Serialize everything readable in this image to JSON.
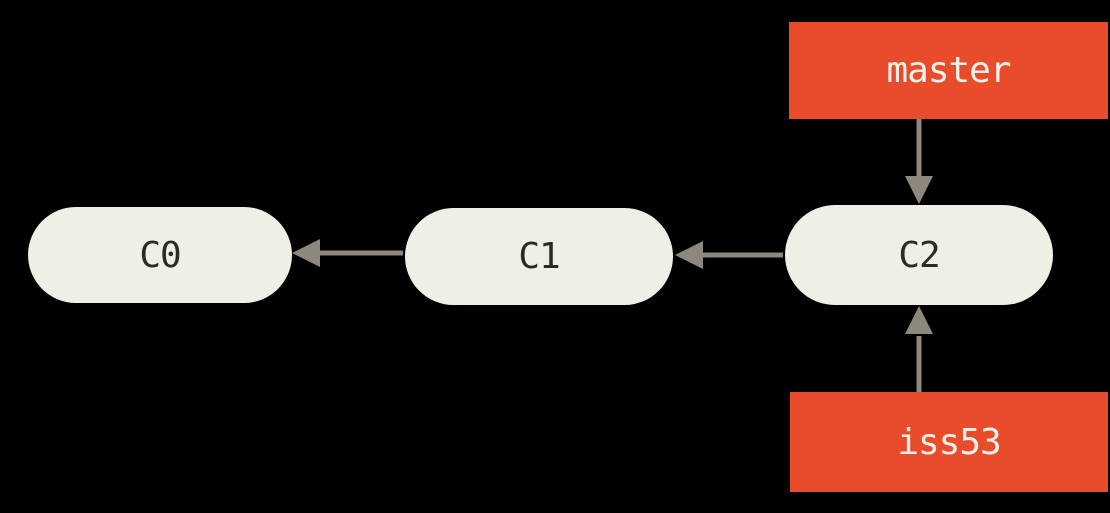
{
  "diagram": {
    "type": "git-commit-graph",
    "commits": [
      {
        "id": "c0",
        "label": "C0"
      },
      {
        "id": "c1",
        "label": "C1"
      },
      {
        "id": "c2",
        "label": "C2"
      }
    ],
    "branches": [
      {
        "id": "master",
        "label": "master",
        "points_to": "C2"
      },
      {
        "id": "iss53",
        "label": "iss53",
        "points_to": "C2"
      }
    ],
    "edges": [
      {
        "from": "C1",
        "to": "C0",
        "direction": "left"
      },
      {
        "from": "C2",
        "to": "C1",
        "direction": "left"
      },
      {
        "from": "master",
        "to": "C2",
        "direction": "down"
      },
      {
        "from": "iss53",
        "to": "C2",
        "direction": "up"
      }
    ]
  },
  "colors": {
    "background": "#000000",
    "commit_fill": "#F0EFE6",
    "commit_text": "#2B2A26",
    "branch_fill": "#E94C2B",
    "branch_text": "#F3F1E9",
    "arrow": "#8E877D"
  }
}
